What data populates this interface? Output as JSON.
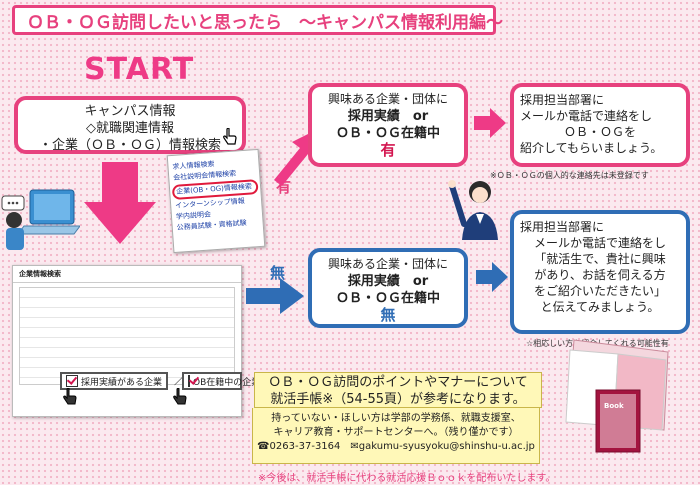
{
  "title": "ＯＢ・ＯＧ訪問したいと思ったら　～キャンパス情報利用編～",
  "start": "START",
  "campus": {
    "line1": "キャンパス情報",
    "line2": "◇就職関連情報",
    "line3": "・企業（ＯＢ・ＯＧ）情報検索"
  },
  "branch_yes": "有",
  "branch_no": "無",
  "interest_yes": {
    "line1": "興味ある企業・団体に",
    "line2": "採用実績　or",
    "line3": "ＯＢ・ＯＧ在籍中",
    "mark": "有"
  },
  "interest_no": {
    "line1": "興味ある企業・団体に",
    "line2": "採用実績　or",
    "line3": "ＯＢ・ＯＧ在籍中",
    "mark": "無"
  },
  "hr_yes": {
    "line1": "採用担当部署に",
    "line2": "メールか電話で連絡をし",
    "line3": "ＯＢ・ＯＧを",
    "line4": "紹介してもらいましょう。"
  },
  "hr_yes_note": "※ＯＢ・ＯＧの個人的な連絡先は未登録です",
  "hr_no": {
    "line1": "採用担当部署に",
    "line2": "メールか電話で連絡をし",
    "line3": "「就活生で、貴社に興味",
    "line4": "があり、お話を伺える方",
    "line5": "をご紹介いただきたい」",
    "line6": "と伝えてみましょう。"
  },
  "hr_no_note": "☆相応しい方を紹介してくれる可能性有",
  "guide": {
    "line1": "ＯＢ・ＯＧ訪問のポイントやマナーについて",
    "line2": "就活手帳※（54-55頁）が参考になります。"
  },
  "contact": {
    "line1": "持っていない・ほしい方は学部の学務係、就職支援室、",
    "line2": "キャリア教育・サポートセンターへ。（残り僅かです）",
    "line3": "☎0263-37-3164　✉gakumu-syusyoku@shinshu-u.ac.jp"
  },
  "bottom_note": "※今後は、就活手帳に代わる就活応援Ｂｏｏｋを配布いたします。",
  "menu_items": [
    "求人情報検索",
    "会社説明会情報検索",
    "企業(OB・OG)情報検索",
    "インターンシップ情報",
    "学内説明会",
    "公務員試験・資格試験"
  ],
  "screen": {
    "header": "企業情報検索",
    "check1": "採用実績がある企業",
    "slash": "／",
    "check2": "OB在籍中の企業"
  },
  "book": {
    "label": "Book"
  },
  "colors": {
    "pink": "#e7417e",
    "blue": "#2f6db5",
    "start": "#ee3a86"
  }
}
